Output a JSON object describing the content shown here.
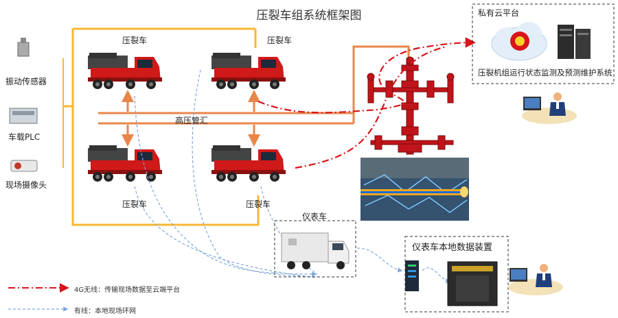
{
  "title": "压裂车组系统框架图",
  "left_devices": [
    {
      "label": "振动传感器",
      "icon": "vibration-sensor-icon"
    },
    {
      "label": "车载PLC",
      "icon": "plc-icon"
    },
    {
      "label": "现场摄像头",
      "icon": "camera-icon"
    }
  ],
  "trucks": [
    {
      "label": "压裂车"
    },
    {
      "label": "压裂车"
    },
    {
      "label": "压裂车"
    },
    {
      "label": "压裂车"
    }
  ],
  "manifold_label": "高压管汇",
  "instrument_truck_label": "仪表车",
  "cloud": {
    "title": "私有云平台",
    "system_label": "压裂机组运行状态监测及预测维护系统"
  },
  "local_device": {
    "title": "仪表车本地数据装置"
  },
  "legend": {
    "wireless": "4G无线：传输现场数据至云端平台",
    "wired": "有线：本地现场环网"
  },
  "colors": {
    "frame": "#f7b731",
    "pipe": "#e8864a",
    "wireless": "#d9141b",
    "wired": "#7da7d9",
    "truck": "#d01919"
  }
}
